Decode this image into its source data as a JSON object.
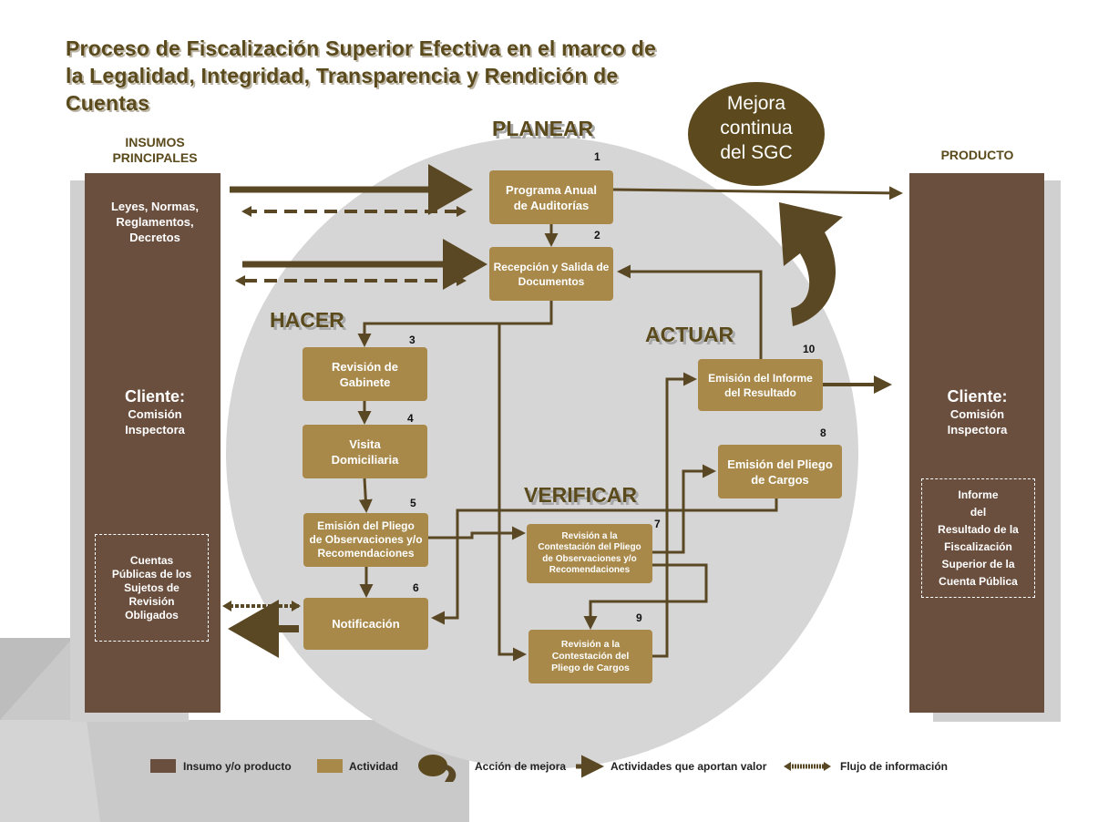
{
  "title": {
    "line1": "Proceso de Fiscalización Superior Efectiva en el marco de",
    "line2": "la Legalidad, Integridad, Transparencia y Rendición de",
    "line3": "Cuentas"
  },
  "phases": {
    "planear": "PLANEAR",
    "hacer": "HACER",
    "verificar": "VERIFICAR",
    "actuar": "ACTUAR"
  },
  "mejora": {
    "line1": "Mejora",
    "line2": "continua",
    "line3": "del SGC"
  },
  "inputs": {
    "header_line1": "INSUMOS",
    "header_line2": "PRINCIPALES",
    "laws_line1": "Leyes, Normas,",
    "laws_line2": "Reglamentos,",
    "laws_line3": "Decretos",
    "client_title": "Cliente:",
    "client_line1": "Comisión",
    "client_line2": "Inspectora",
    "accounts_line1": "Cuentas",
    "accounts_line2": "Públicas de los",
    "accounts_line3": "Sujetos de",
    "accounts_line4": "Revisión",
    "accounts_line5": "Obligados"
  },
  "product": {
    "header": "PRODUCTO",
    "client_title": "Cliente:",
    "client_line1": "Comisión",
    "client_line2": "Inspectora",
    "report_line1": "Informe",
    "report_line2": "del",
    "report_line3": "Resultado de la",
    "report_line4": "Fiscalización",
    "report_line5": "Superior de la",
    "report_line6": "Cuenta Pública"
  },
  "activities": [
    {
      "num": "1",
      "line1": "Programa Anual",
      "line2": "de Auditorías"
    },
    {
      "num": "2",
      "line1": "Recepción y Salida de",
      "line2": "Documentos"
    },
    {
      "num": "3",
      "line1": "Revisión de",
      "line2": "Gabinete"
    },
    {
      "num": "4",
      "line1": "Visita",
      "line2": "Domiciliaria"
    },
    {
      "num": "5",
      "line1": "Emisión del Pliego",
      "line2": "de Observaciones y/o",
      "line3": "Recomendaciones"
    },
    {
      "num": "6",
      "line1": "Notificación"
    },
    {
      "num": "7",
      "line1": "Revisión a la",
      "line2": "Contestación del Pliego",
      "line3": "de Observaciones y/o",
      "line4": "Recomendaciones"
    },
    {
      "num": "8",
      "line1": "Emisión del Pliego",
      "line2": "de Cargos"
    },
    {
      "num": "9",
      "line1": "Revisión a la",
      "line2": "Contestación del",
      "line3": "Pliego de Cargos"
    },
    {
      "num": "10",
      "line1": "Emisión del Informe",
      "line2": "del Resultado"
    }
  ],
  "legend": {
    "input_product": "Insumo y/o producto",
    "activity": "Actividad",
    "improvement": "Acción de mejora",
    "value_activities": "Actividades que aportan valor",
    "info_flow": "Flujo de información"
  },
  "colors": {
    "dark_brown": "#6b4f3e",
    "activity_gold": "#a8894a",
    "arrow_brown": "#5a4723",
    "circle_gray": "#d6d6d6",
    "ellipse": "#5c4a1e"
  }
}
